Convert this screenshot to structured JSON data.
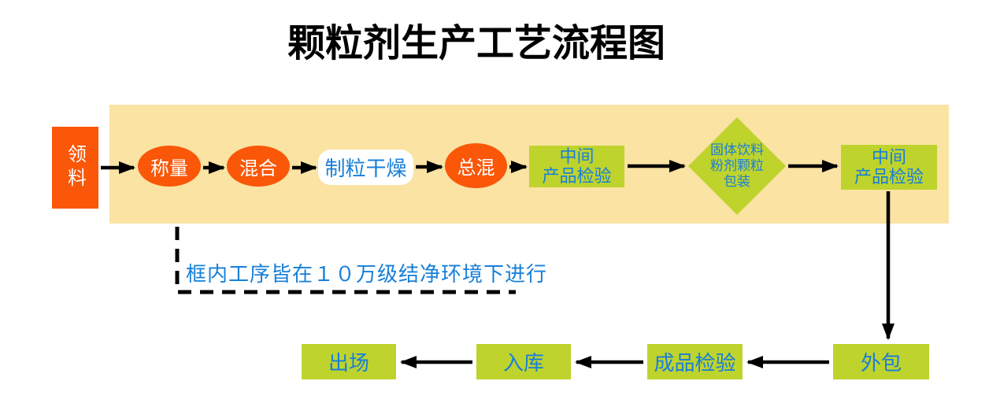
{
  "title": "颗粒剂生产工艺流程图",
  "colors": {
    "node_orange": "#FA5709",
    "panel_yellow": "#FAE3A3",
    "node_green": "#BFD32D",
    "label_blue": "#177FD9",
    "arrow_black": "#000000"
  },
  "nodes": {
    "material_requisition": {
      "label": "领料"
    },
    "weighing": {
      "label": "称量"
    },
    "mixing": {
      "label": "混合"
    },
    "granulation_drying": {
      "label": "制粒干燥"
    },
    "total_mixing": {
      "label": "总混"
    },
    "intermediate_inspection_1": {
      "lines": [
        "中间",
        "产品检验"
      ]
    },
    "packaging_decision": {
      "lines": [
        "固体饮料",
        "粉剂颗粒",
        "包装"
      ]
    },
    "intermediate_inspection_2": {
      "lines": [
        "中间",
        "产品检验"
      ]
    },
    "outer_packaging": {
      "label": "外包"
    },
    "finished_product_inspection": {
      "label": "成品检验"
    },
    "warehousing": {
      "label": "入库"
    },
    "shipping_out": {
      "label": "出场"
    }
  },
  "annotation": {
    "text": "框内工序皆在１０万级结净环境下进行"
  },
  "flow_sequence": [
    "领料",
    "称量",
    "混合",
    "制粒干燥",
    "总混",
    "中间产品检验",
    "固体饮料粉剂颗粒包装",
    "中间产品检验",
    "外包",
    "成品检验",
    "入库",
    "出场"
  ]
}
